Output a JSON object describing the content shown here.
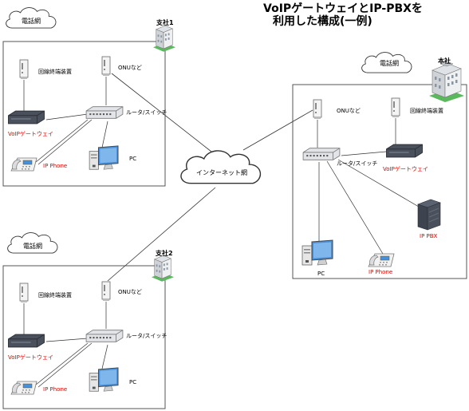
{
  "title": {
    "line1": "VoIPゲートウェイとIP-PBXを",
    "line2": "利用した構成(一例)"
  },
  "clouds": {
    "phone_network": "電話網",
    "internet": "インターネット網"
  },
  "sites": {
    "branch1": {
      "name": "支社1",
      "line_terminal": "回線終端装置",
      "onu": "ONUなど",
      "router": "ルータ/スイッチ",
      "gateway": "VoIPゲートウェイ",
      "ip_phone": "IP Phone",
      "pc": "PC"
    },
    "branch2": {
      "name": "支社2",
      "line_terminal": "回線終端装置",
      "onu": "ONUなど",
      "router": "ルータ/スイッチ",
      "gateway": "VoIPゲートウェイ",
      "ip_phone": "IP Phone",
      "pc": "PC"
    },
    "hq": {
      "name": "本社",
      "line_terminal": "回線終端装置",
      "onu": "ONUなど",
      "router": "ルータ/スイッチ",
      "gateway": "VoIPゲートウェイ",
      "pbx": "IP PBX",
      "ip_phone": "IP Phone",
      "pc": "PC"
    }
  },
  "colors": {
    "accent_red": "#e00000",
    "building_green": "#4caf50",
    "device_dark": "#3d4450",
    "screen_blue": "#4a90d9"
  }
}
